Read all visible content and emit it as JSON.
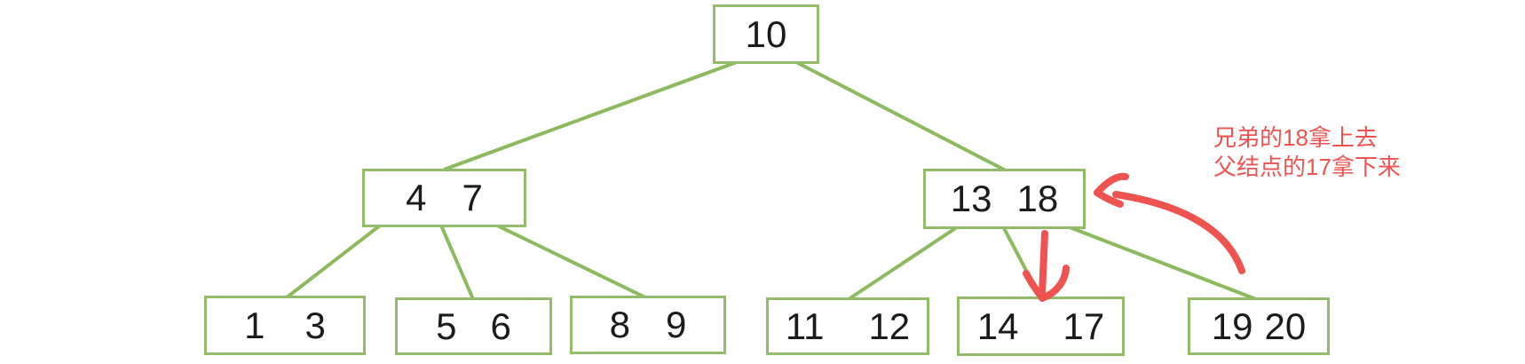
{
  "colors": {
    "node_border_green": "#92bc68",
    "edge_green": "#8cba5e",
    "annotation_red": "#ee5350",
    "node_text": "#1b1b1b",
    "background": "#ffffff"
  },
  "nodes": {
    "n10": {
      "keys": [
        "10"
      ]
    },
    "n4_7": {
      "keys": [
        "4",
        "7"
      ]
    },
    "n13_18": {
      "keys": [
        "13",
        "18"
      ]
    },
    "n1_3": {
      "keys": [
        "1",
        "3"
      ]
    },
    "n5_6": {
      "keys": [
        "5",
        "6"
      ]
    },
    "n8_9": {
      "keys": [
        "8",
        "9"
      ]
    },
    "n11_12": {
      "keys": [
        "11",
        "12"
      ]
    },
    "n14_17": {
      "keys": [
        "14",
        "17"
      ]
    },
    "n19_20": {
      "keys": [
        "19",
        "20"
      ]
    }
  },
  "edges": [
    {
      "from": "10",
      "to": "4 7"
    },
    {
      "from": "10",
      "to": "13 18"
    },
    {
      "from": "4 7",
      "to": "1 3"
    },
    {
      "from": "4 7",
      "to": "5 6"
    },
    {
      "from": "4 7",
      "to": "8 9"
    },
    {
      "from": "13 18",
      "to": "11 12"
    },
    {
      "from": "13 18",
      "to": "14 17"
    },
    {
      "from": "13 18",
      "to": "19 20"
    }
  ],
  "annotation": {
    "line1": "兄弟的18拿上去",
    "line2": "父结点的17拿下来"
  },
  "arrows": [
    {
      "name": "curved-arrow-to-node-13-18",
      "color": "#ee5350"
    },
    {
      "name": "down-arrow-to-node-14-17",
      "color": "#ee5350"
    }
  ]
}
